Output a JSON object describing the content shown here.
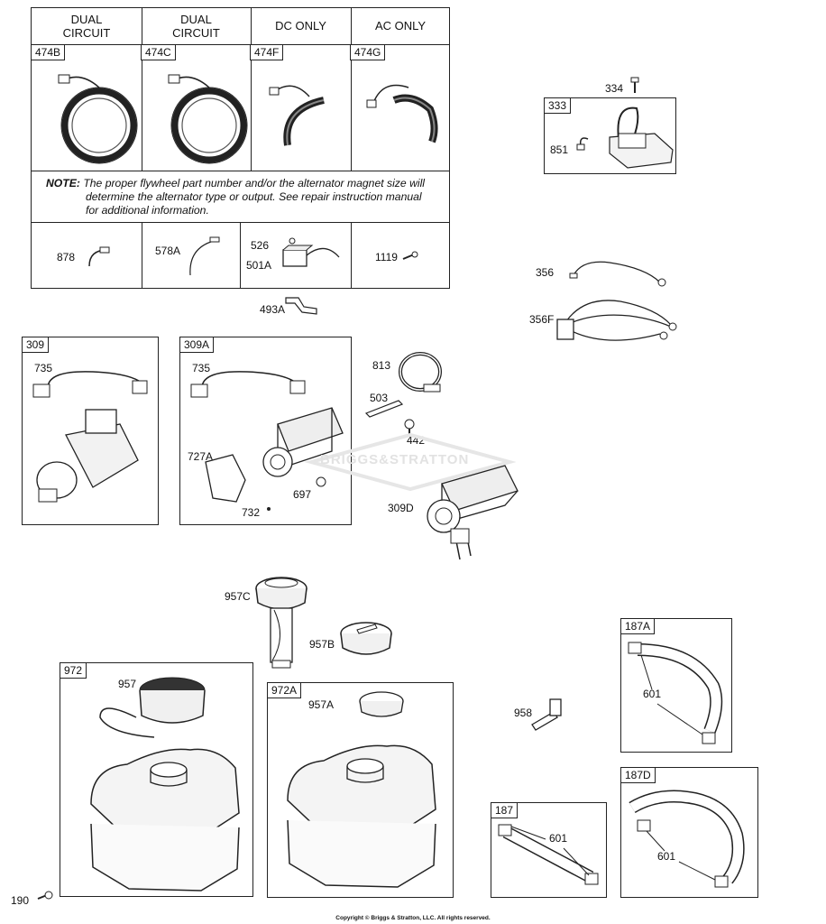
{
  "table": {
    "headers": [
      "DUAL\nCIRCUIT",
      "DUAL\nCIRCUIT",
      "DC ONLY",
      "AC ONLY"
    ],
    "alternator_parts": [
      "474B",
      "474C",
      "474F",
      "474G"
    ],
    "note_label": "NOTE:",
    "note_text_1": "The proper flywheel part number and/or the alternator magnet size will",
    "note_text_2": "determine the alternator type or output. See repair instruction manual",
    "note_text_3": "for additional information.",
    "bottom_parts": [
      "878",
      "578A",
      "526",
      "501A",
      "1119"
    ]
  },
  "loose_parts": {
    "p493A": "493A",
    "p334": "334",
    "p356": "356",
    "p356F": "356F",
    "p813": "813",
    "p503": "503",
    "p442": "442",
    "p309D": "309D",
    "p957C": "957C",
    "p957B": "957B",
    "p958": "958",
    "p190": "190"
  },
  "boxes": {
    "b333": {
      "title": "333",
      "inner": "851"
    },
    "b309": {
      "title": "309",
      "inner": "735"
    },
    "b309A": {
      "title": "309A",
      "inner_735": "735",
      "inner_727A": "727A",
      "inner_697": "697",
      "inner_732": "732"
    },
    "b972": {
      "title": "972",
      "inner": "957"
    },
    "b972A": {
      "title": "972A",
      "inner": "957A"
    },
    "b187A": {
      "title": "187A",
      "inner": "601"
    },
    "b187": {
      "title": "187",
      "inner": "601"
    },
    "b187D": {
      "title": "187D",
      "inner": "601"
    }
  },
  "watermark": "BRIGGS&STRATTON",
  "copyright": "Copyright © Briggs & Stratton, LLC. All rights reserved."
}
